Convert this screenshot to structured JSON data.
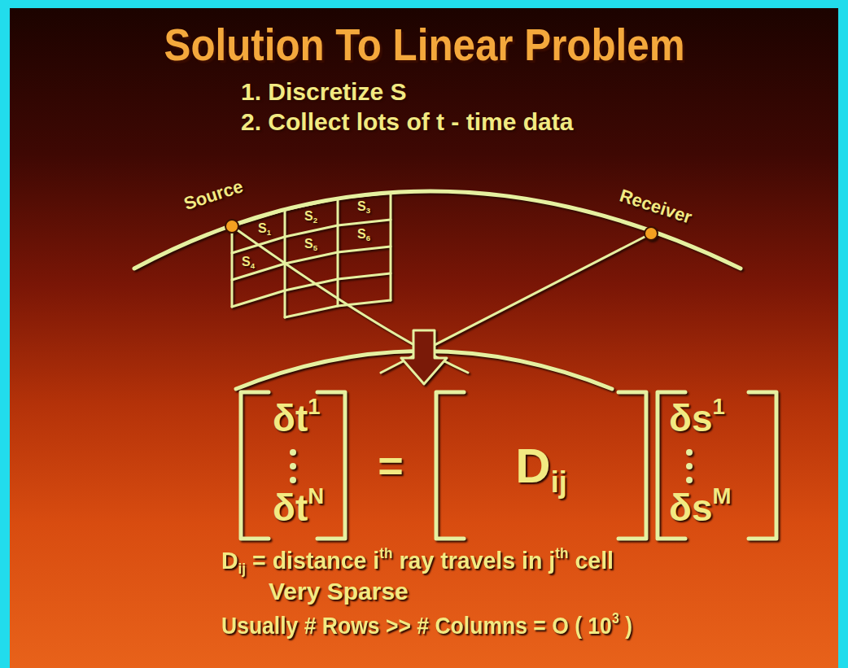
{
  "diagram": {
    "title": "Solution To Linear Problem",
    "labels": [
      "1. Discretize S",
      "2. Collect lots of t - time data",
      "Source",
      "Receiver",
      "S",
      "1",
      "S",
      "2",
      "S",
      "3",
      "S",
      "4",
      "S",
      "5",
      "S",
      "6",
      "δt",
      "1",
      "δt",
      "N",
      "=",
      "D",
      "ij",
      "δs",
      "1",
      "δs",
      "M",
      "D",
      "ij",
      "= distance i",
      "th",
      "ray travels in j",
      "th",
      "cell",
      "Very Sparse",
      "Usually # Rows >> # Columns = O ( 10",
      "3",
      ")"
    ]
  }
}
